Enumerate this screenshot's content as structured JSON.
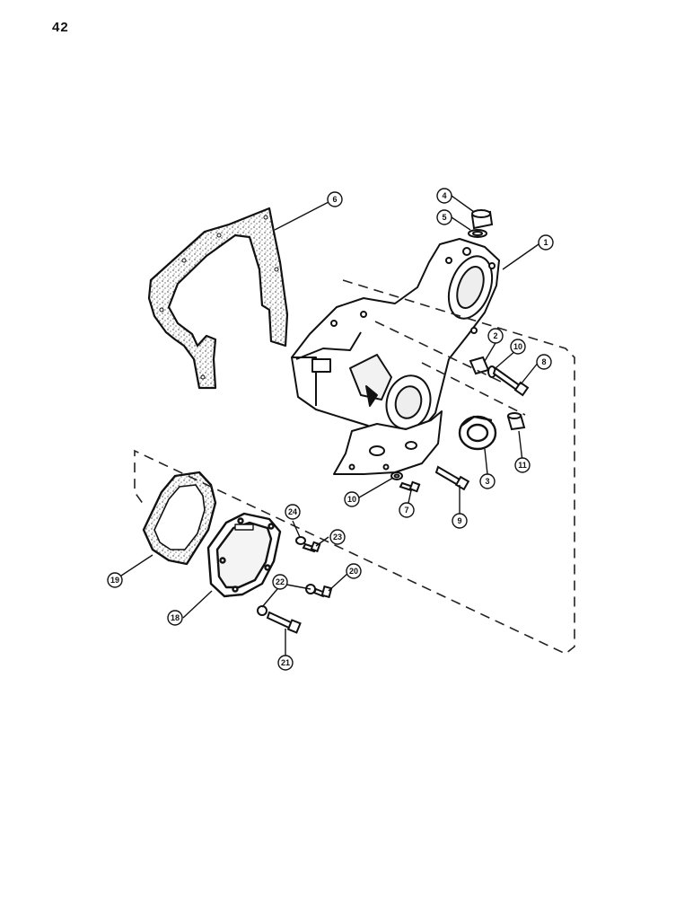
{
  "page": {
    "number": "42"
  },
  "callouts": [
    {
      "id": "c1",
      "label": "1"
    },
    {
      "id": "c2",
      "label": "2"
    },
    {
      "id": "c3",
      "label": "3"
    },
    {
      "id": "c4",
      "label": "4"
    },
    {
      "id": "c5",
      "label": "5"
    },
    {
      "id": "c6",
      "label": "6"
    },
    {
      "id": "c7",
      "label": "7"
    },
    {
      "id": "c8",
      "label": "8"
    },
    {
      "id": "c9",
      "label": "9"
    },
    {
      "id": "c10a",
      "label": "10"
    },
    {
      "id": "c10b",
      "label": "10"
    },
    {
      "id": "c11",
      "label": "11"
    },
    {
      "id": "c18",
      "label": "18"
    },
    {
      "id": "c19",
      "label": "19"
    },
    {
      "id": "c20",
      "label": "20"
    },
    {
      "id": "c21",
      "label": "21"
    },
    {
      "id": "c22",
      "label": "22"
    },
    {
      "id": "c23",
      "label": "23"
    },
    {
      "id": "c24",
      "label": "24"
    }
  ]
}
